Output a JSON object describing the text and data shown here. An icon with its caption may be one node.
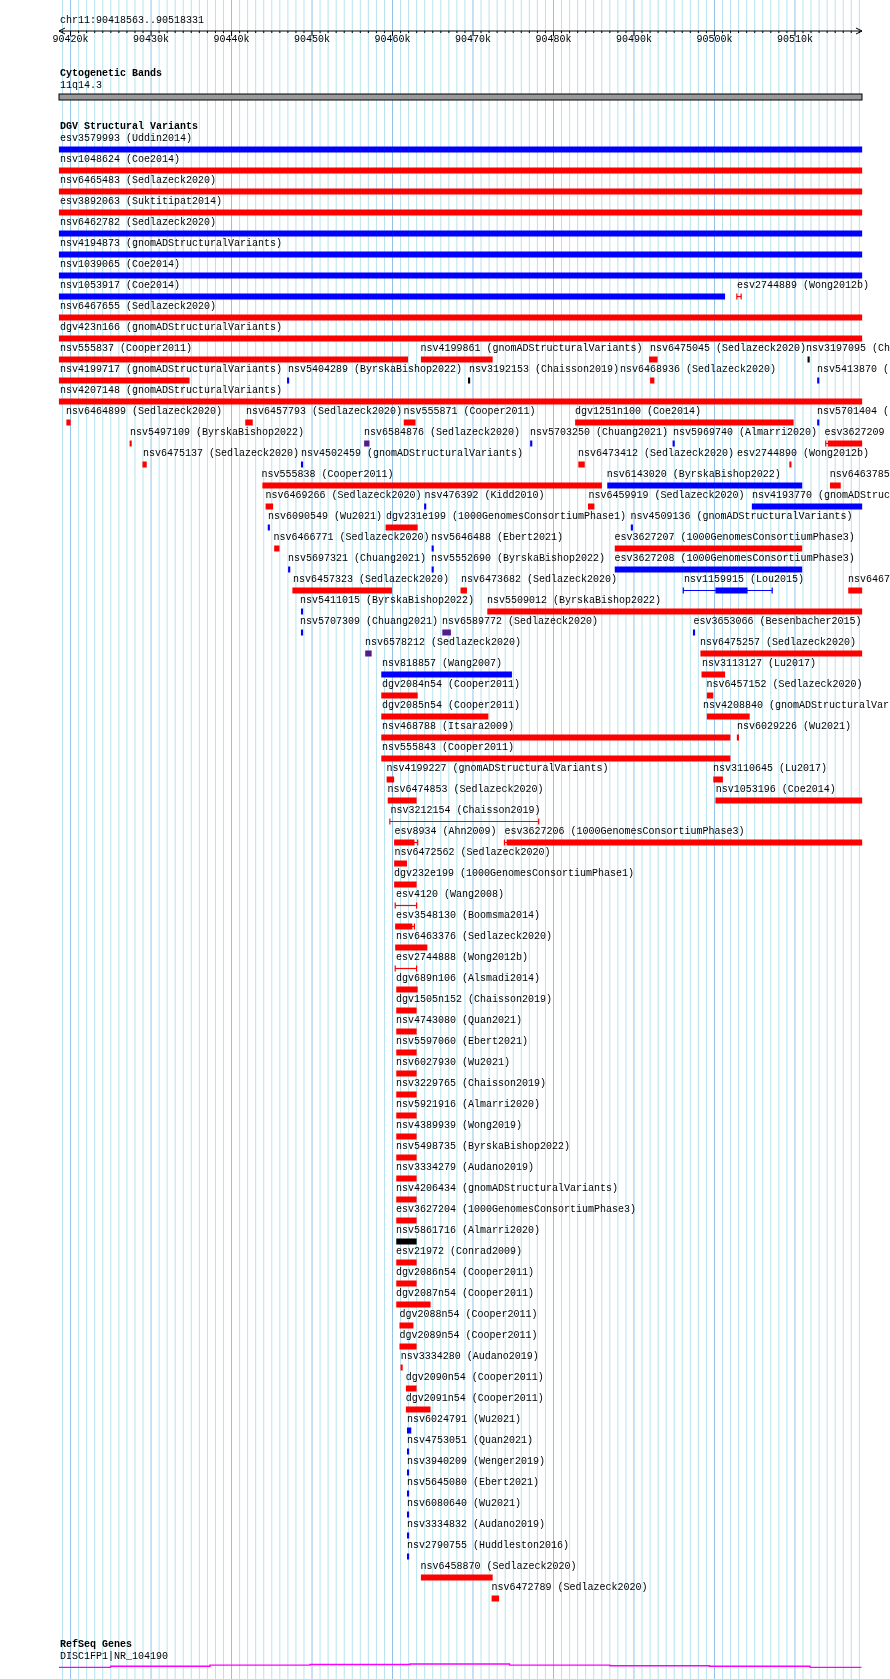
{
  "diagram": {
    "labels": [
      "chr11:90418563..90518331",
      "90420k",
      "90430k",
      "90440k",
      "90450k",
      "90460k",
      "90470k",
      "90480k",
      "90490k",
      "90500k",
      "90510k",
      "Cytogenetic Bands",
      "11q14.3",
      "DGV Structural Variants",
      "esv3579993 (Uddin2014)",
      "nsv1048624 (Coe2014)",
      "nsv6465483 (Sedlazeck2020)",
      "esv3892063 (Suktitipat2014)",
      "nsv6462782 (Sedlazeck2020)",
      "nsv4194873 (gnomADStructuralVariants)",
      "nsv1039065 (Coe2014)",
      "nsv1053917 (Coe2014)",
      "esv2744889 (Wong2012b)",
      "nsv6467655 (Sedlazeck2020)",
      "dgv423n166 (gnomADStructuralVariants)",
      "nsv555837 (Cooper2011)",
      "nsv4199861 (gnomADStructuralVariants)",
      "nsv6475045 (Sedlazeck2020)",
      "nsv3197095 (Ch",
      "nsv4199717 (gnomADStructuralVariants)",
      "nsv5404289 (ByrskaBishop2022)",
      "nsv3192153 (Chaisson2019)",
      "nsv6468936 (Sedlazeck2020)",
      "nsv5413870 (",
      "nsv4207148 (gnomADStructuralVariants)",
      "nsv6464899 (Sedlazeck2020)",
      "nsv6457793 (Sedlazeck2020)",
      "nsv555871 (Cooper2011)",
      "dgv1251n100 (Coe2014)",
      "nsv5701404 (",
      "nsv5497109 (ByrskaBishop2022)",
      "nsv6584876 (Sedlazeck2020)",
      "nsv5703250 (Chuang2021)",
      "nsv5969740 (Almarri2020)",
      "esv3627209",
      "nsv6475137 (Sedlazeck2020)",
      "nsv4502459 (gnomADStructuralVariants)",
      "nsv6473412 (Sedlazeck2020)",
      "esv2744890 (Wong2012b)",
      "nsv555838 (Cooper2011)",
      "nsv6143020 (ByrskaBishop2022)",
      "nsv6463785",
      "nsv6469266 (Sedlazeck2020)",
      "nsv476392 (Kidd2010)",
      "nsv6459919 (Sedlazeck2020)",
      "nsv4193770 (gnomADStruc",
      "nsv6090549 (Wu2021)",
      "dgv231e199 (1000GenomesConsortiumPhase1)",
      "nsv4509136 (gnomADStructuralVariants)",
      "nsv6466771 (Sedlazeck2020)",
      "nsv5646488 (Ebert2021)",
      "esv3627207 (1000GenomesConsortiumPhase3)",
      "nsv5697321 (Chuang2021)",
      "nsv5552690 (ByrskaBishop2022)",
      "esv3627208 (1000GenomesConsortiumPhase3)",
      "nsv6457323 (Sedlazeck2020)",
      "nsv6473682 (Sedlazeck2020)",
      "nsv1159915 (Lou2015)",
      "nsv6467",
      "nsv5411015 (ByrskaBishop2022)",
      "nsv5509012 (ByrskaBishop2022)",
      "nsv5707309 (Chuang2021)",
      "nsv6589772 (Sedlazeck2020)",
      "esv3653066 (Besenbacher2015)",
      "nsv6578212 (Sedlazeck2020)",
      "nsv6475257 (Sedlazeck2020)",
      "nsv818857 (Wang2007)",
      "nsv3113127 (Lu2017)",
      "dgv2084n54 (Cooper2011)",
      "nsv6457152 (Sedlazeck2020)",
      "dgv2085n54 (Cooper2011)",
      "nsv4208840 (gnomADStructuralVar",
      "nsv468788 (Itsara2009)",
      "nsv6029226 (Wu2021)",
      "nsv555843 (Cooper2011)",
      "nsv4199227 (gnomADStructuralVariants)",
      "nsv3110645 (Lu2017)",
      "nsv6474853 (Sedlazeck2020)",
      "nsv1053196 (Coe2014)",
      "nsv3212154 (Chaisson2019)",
      "esv8934 (Ahn2009)",
      "esv3627206 (1000GenomesConsortiumPhase3)",
      "nsv6472562 (Sedlazeck2020)",
      "dgv232e199 (1000GenomesConsortiumPhase1)",
      "esv4120 (Wang2008)",
      "esv3548130 (Boomsma2014)",
      "nsv6463376 (Sedlazeck2020)",
      "esv2744888 (Wong2012b)",
      "dgv689n106 (Alsmadi2014)",
      "dgv1505n152 (Chaisson2019)",
      "nsv4743080 (Quan2021)",
      "nsv5597060 (Ebert2021)",
      "nsv6027930 (Wu2021)",
      "nsv3229765 (Chaisson2019)",
      "nsv5921916 (Almarri2020)",
      "nsv4389939 (Wong2019)",
      "nsv5498735 (ByrskaBishop2022)",
      "nsv3334279 (Audano2019)",
      "nsv4206434 (gnomADStructuralVariants)",
      "esv3627204 (1000GenomesConsortiumPhase3)",
      "nsv5861716 (Almarri2020)",
      "esv21972 (Conrad2009)",
      "dgv2086n54 (Cooper2011)",
      "dgv2087n54 (Cooper2011)",
      "dgv2088n54 (Cooper2011)",
      "dgv2089n54 (Cooper2011)",
      "nsv3334280 (Audano2019)",
      "dgv2090n54 (Cooper2011)",
      "dgv2091n54 (Cooper2011)",
      "nsv6024791 (Wu2021)",
      "nsv4753051 (Quan2021)",
      "nsv3940209 (Wenger2019)",
      "nsv5645080 (Ebert2021)",
      "nsv6080640 (Wu2021)",
      "nsv3334832 (Audano2019)",
      "nsv2790755 (Huddleston2016)",
      "nsv6458870 (Sedlazeck2020)",
      "nsv6472789 (Sedlazeck2020)",
      "RefSeq Genes",
      "DISC1FP1|NR_104190"
    ]
  }
}
